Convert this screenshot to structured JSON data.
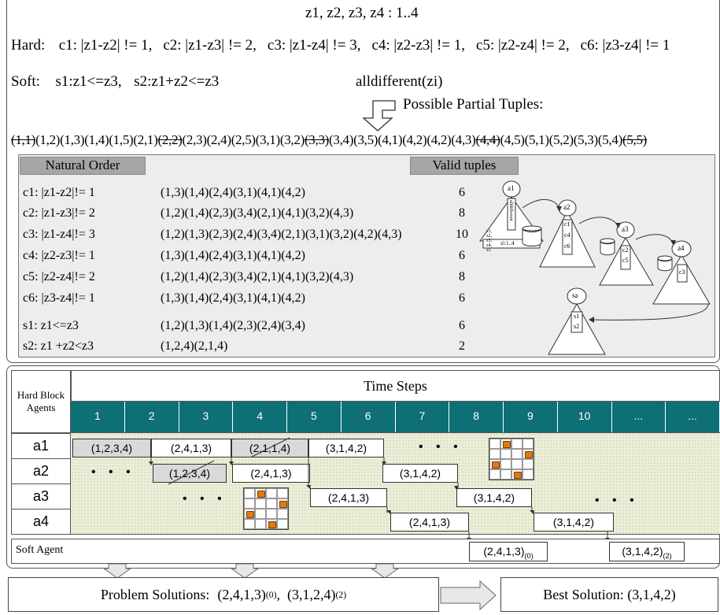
{
  "header": {
    "variables": "z1, z2, z3, z4 : 1..4",
    "hard_label": "Hard:",
    "hard_constraints": [
      "c1: |z1-z2| != 1,",
      "c2: |z1-z3| != 2,",
      "c3: |z1-z4| != 3,",
      "c4: |z2-z3| != 1,",
      "c5: |z2-z4| != 2,",
      "c6: |z3-z4| != 1"
    ],
    "soft_label": "Soft:",
    "soft_constraints": [
      "s1:z1<=z3,",
      "s2:z1+z2<=z3"
    ],
    "alldiff": "alldifferent(zi)",
    "partial_title": "Possible Partial Tuples:",
    "partial_tuples": [
      {
        "t": "(1,1)",
        "struck": true
      },
      {
        "t": "(1,2)"
      },
      {
        "t": "(1,3)"
      },
      {
        "t": "(1,4)"
      },
      {
        "t": "(1,5)"
      },
      {
        "t": "(2,1)"
      },
      {
        "t": "(2,2)",
        "struck": true
      },
      {
        "t": "(2,3)"
      },
      {
        "t": "(2,4)"
      },
      {
        "t": "(2,5)"
      },
      {
        "t": "(3,1)"
      },
      {
        "t": "(3,2)"
      },
      {
        "t": "(3,3)",
        "struck": true
      },
      {
        "t": "(3,4)"
      },
      {
        "t": "(3,5)"
      },
      {
        "t": "(4,1)"
      },
      {
        "t": "(4,2)"
      },
      {
        "t": "(4,2)"
      },
      {
        "t": "(4,3)"
      },
      {
        "t": "(4,4)",
        "struck": true
      },
      {
        "t": "(4,5)"
      },
      {
        "t": "(5,1)"
      },
      {
        "t": "(5,2)"
      },
      {
        "t": "(5,3)"
      },
      {
        "t": "(5,4)"
      },
      {
        "t": "(5,5)",
        "struck": true
      }
    ]
  },
  "table": {
    "col_natural": "Natural Order",
    "col_valid": "Valid tuples",
    "rows": [
      {
        "label": "c1: |z1-z2|!= 1",
        "tuples": "(1,3)(1,4)(2,4)(3,1)(4,1)(4,2)",
        "count": "6"
      },
      {
        "label": "c2: |z1-z3|!= 2",
        "tuples": "(1,2)(1,4)(2,3)(3,4)(2,1)(4,1)(3,2)(4,3)",
        "count": "8"
      },
      {
        "label": "c3: |z1-z4|!= 3",
        "tuples": "(1,2)(1,3)(2,3)(2,4)(3,4)(2,1)(3,1)(3,2)(4,2)(4,3)",
        "count": "10"
      },
      {
        "label": "c4: |z2-z3|!= 1",
        "tuples": "(1,3)(1,4)(2,4)(3,1)(4,1)(4,2)",
        "count": "6"
      },
      {
        "label": "c5: |z2-z4|!= 2",
        "tuples": "(1,2)(1,4)(2,3)(3,4)(2,1)(4,1)(3,2)(4,3)",
        "count": "8"
      },
      {
        "label": "c6: |z3-z4|!= 1",
        "tuples": "(1,3)(1,4)(2,4)(3,1)(4,1)(4,2)",
        "count": "6"
      },
      {
        "label": "s1: z1<=z3",
        "tuples": "(1,2)(1,3)(1,4)(2,3)(2,4)(3,4)",
        "count": "6"
      },
      {
        "label": "s2: z1 +z2<z3",
        "tuples": "(1,2,4)(2,1,4)",
        "count": "2"
      }
    ]
  },
  "tree": {
    "a1": "a1",
    "a2": "a2",
    "a3": "a3",
    "a4": "a4",
    "sa": "sa",
    "a1_vertical": "alldifferent",
    "a1_vars": "z1, z2, z3, z4, z5",
    "a1_domain": "zi:1..4",
    "a2_cs": [
      "c1",
      "c4",
      "c6"
    ],
    "a3_cs": [
      "c2",
      "c5"
    ],
    "a4_cs": [
      "c3"
    ],
    "sa_cs": [
      "s1",
      "s2"
    ]
  },
  "timeline": {
    "hard_block": "Hard Block Agents",
    "title": "Time Steps",
    "steps": [
      "1",
      "2",
      "3",
      "4",
      "5",
      "6",
      "7",
      "8",
      "9",
      "10",
      "...",
      "..."
    ],
    "agents": [
      "a1",
      "a2",
      "a3",
      "a4"
    ],
    "soft_agent": "Soft Agent",
    "tuples": {
      "a1_1": "(1,2,3,4)",
      "a1_2": "(2,4,1,3)",
      "a1_3": "(2,1,1,4)",
      "a1_4": "(3,1,4,2)",
      "a2_1": "(1,2,3,4)",
      "a2_2": "(2,4,1,3)",
      "a2_3": "(3,1,4,2)",
      "a3_1": "(2,4,1,3)",
      "a3_2": "(3,1,4,2)",
      "a4_1": "(2,4,1,3)",
      "a4_2": "(3,1,4,2)",
      "soft_1": "(2,4,1,3)",
      "soft_1_sub": "(0)",
      "soft_2": "(3,1,4,2)",
      "soft_2_sub": "(2)"
    },
    "dots": "• • •"
  },
  "footer": {
    "solutions_label": "Problem Solutions:",
    "sol1": "(2,4,1,3)",
    "sol1_sub": "(0)",
    "sol2": "(3,1,2,4)",
    "sol2_sub": "(2)",
    "best": "Best Solution: (3,1,4,2)"
  }
}
